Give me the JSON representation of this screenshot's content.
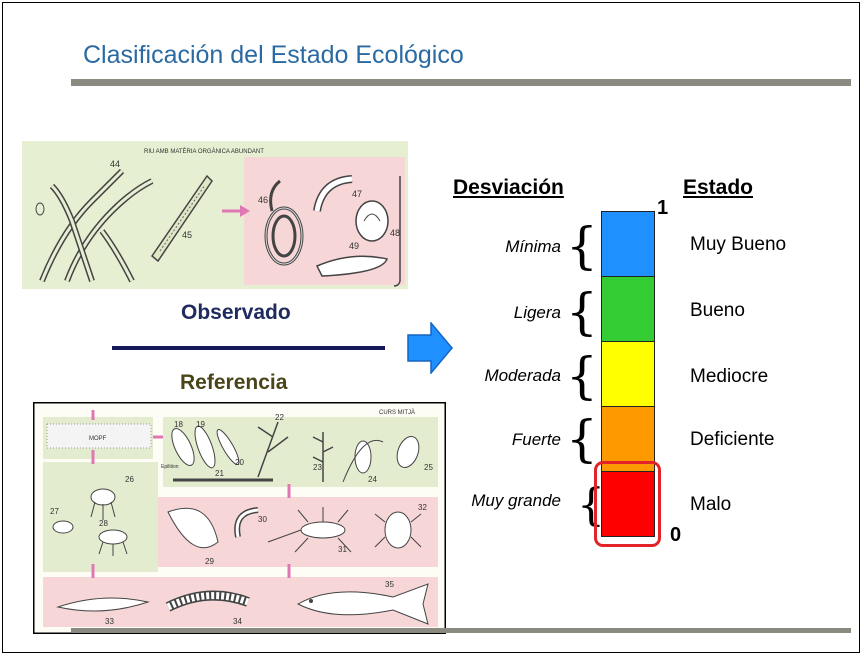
{
  "title": "Clasificación del Estado Ecológico",
  "observed_label": "Observado",
  "reference_label": "Referencia",
  "top_panel_caption": "RIU AMB MATÈRIA ORGÀNICA ABUNDANT",
  "bottom_panel_caption": "CURS MITJÀ",
  "top_panel_numbers": [
    "44",
    "45",
    "46",
    "47",
    "48",
    "49"
  ],
  "bottom_panel_numbers": [
    "18",
    "19",
    "20",
    "21",
    "22",
    "23",
    "24",
    "25",
    "26",
    "27",
    "28",
    "29",
    "30",
    "31",
    "32",
    "33",
    "34",
    "35"
  ],
  "bottom_panel_box_label": "MOPF",
  "bottom_panel_epi_label": "Epilition",
  "headers": {
    "deviation": "Desviación",
    "state": "Estado"
  },
  "scale": {
    "top": "1",
    "bottom": "0"
  },
  "levels": [
    {
      "deviation": "Mínima",
      "state": "Muy Bueno",
      "color": "#1e90ff"
    },
    {
      "deviation": "Ligera",
      "state": "Bueno",
      "color": "#33cc33"
    },
    {
      "deviation": "Moderada",
      "state": "Mediocre",
      "color": "#ffff00"
    },
    {
      "deviation": "Fuerte",
      "state": "Deficiente",
      "color": "#ff9900"
    },
    {
      "deviation": "Muy grande",
      "state": "Malo",
      "color": "#ff0000"
    }
  ],
  "colors": {
    "title": "#2a6aa3",
    "arrow": "#1e90ff",
    "highlight": "#e2232a",
    "panel_green": "#e6efd2",
    "panel_pink": "#f6d6d6"
  }
}
